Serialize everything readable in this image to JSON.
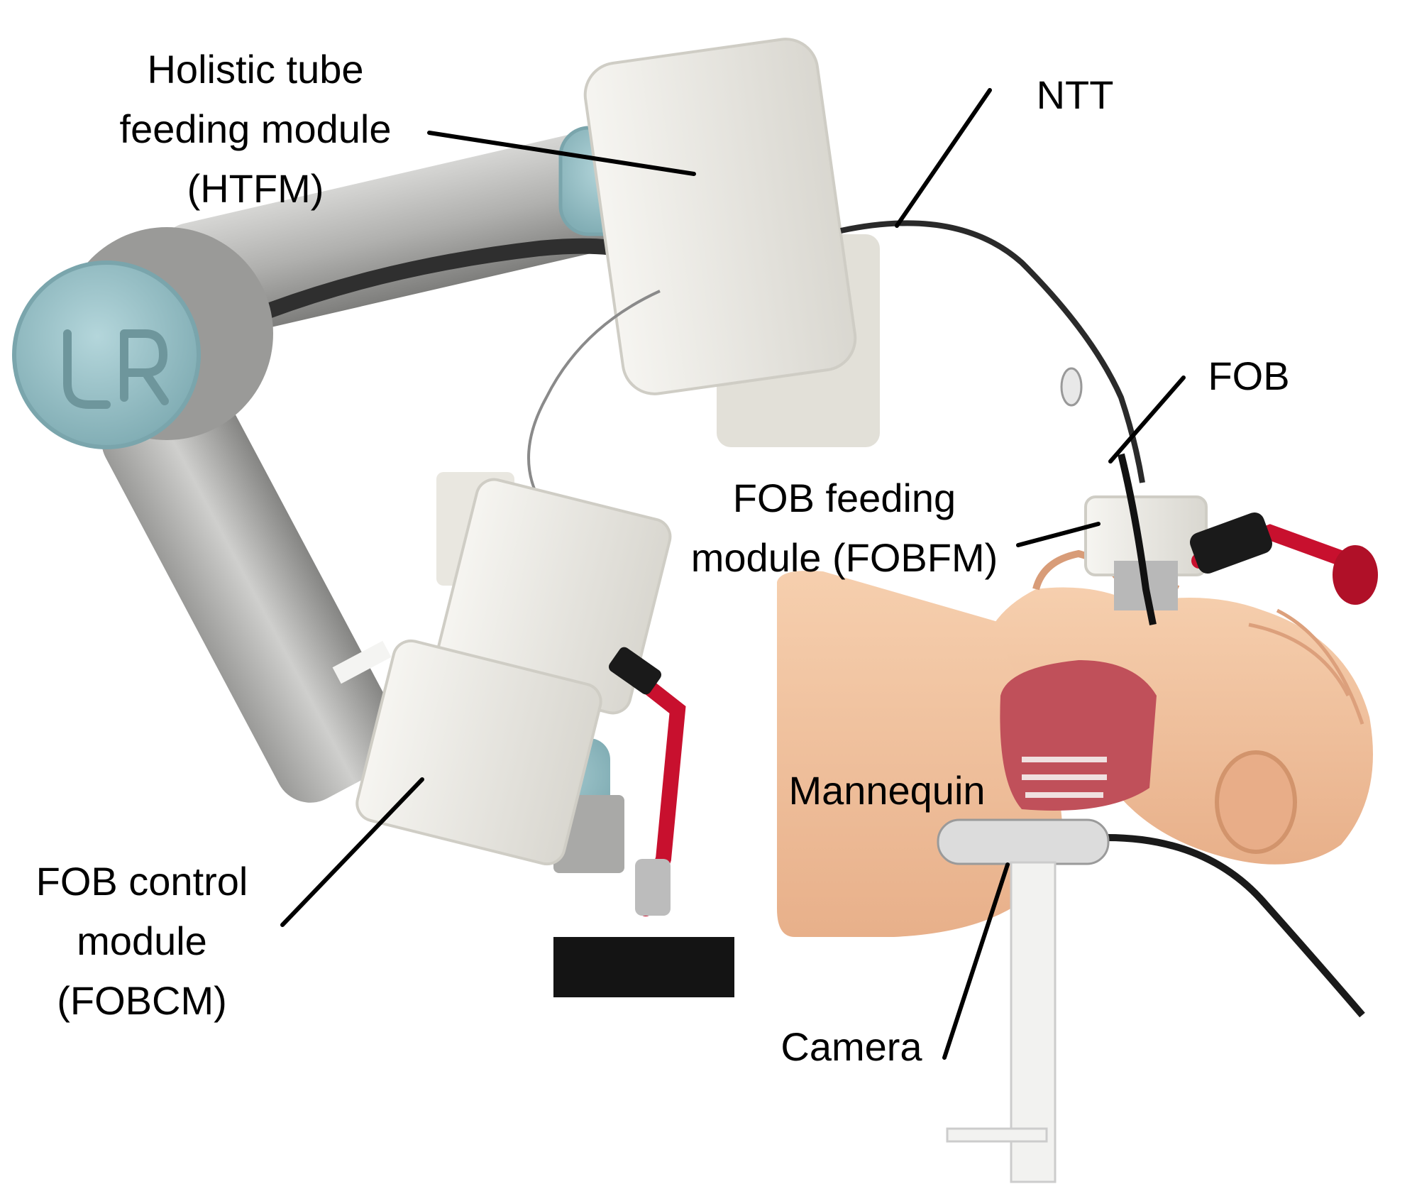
{
  "labels": {
    "htfm": [
      "Holistic tube",
      "feeding module",
      "(HTFM)"
    ],
    "ntt": [
      "NTT"
    ],
    "fob": [
      "FOB"
    ],
    "fobfm": [
      "FOB feeding",
      "module (FOBFM)"
    ],
    "mannequin": [
      "Mannequin"
    ],
    "fobcm": [
      "FOB control",
      "module",
      "(FOBCM)"
    ],
    "camera": [
      "Camera"
    ]
  },
  "colors": {
    "background": "#ffffff",
    "leader_line": "#000000",
    "robot_arm_metal": "#b4b4b2",
    "joint_cap": "#9cc4ca",
    "module_white": "#eeece6",
    "mannequin_skin": "#f2c3a0",
    "mouth_interior": "#c0505a",
    "tube_dark": "#2a2a2a",
    "clamp_red": "#c8102e",
    "base_black": "#141414"
  }
}
